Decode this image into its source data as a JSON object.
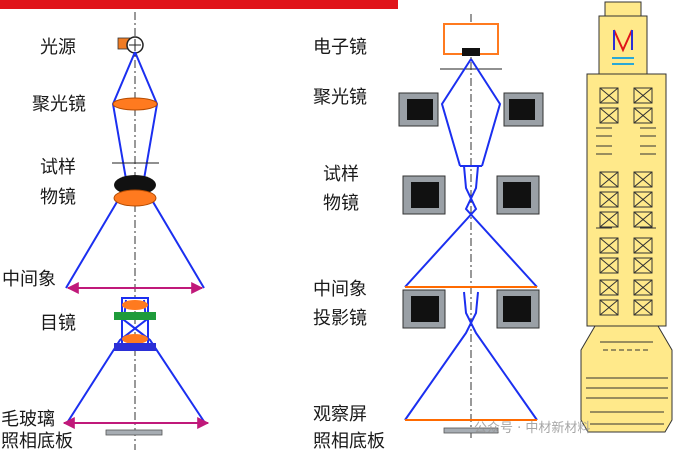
{
  "light_microscope": {
    "labels": {
      "light_source": "光源",
      "condenser": "聚光镜",
      "specimen_line1": "试样",
      "specimen_line2": "物镜",
      "intermediate_image": "中间象",
      "eyepiece": "目镜",
      "screen_line1": "毛玻璃",
      "screen_line2": "照相底板"
    }
  },
  "electron_microscope": {
    "labels": {
      "electron_gun": "电子镜",
      "condenser": "聚光镜",
      "specimen_line1": "试样",
      "specimen_line2": "物镜",
      "intermediate_line1": "中间象",
      "intermediate_line2": "投影镜",
      "screen_line1": "观察屏",
      "screen_line2": "照相底板"
    }
  },
  "watermark": "公众号 · 中材新材料",
  "colors": {
    "ray": "#1b2ff0",
    "lens": "#ff7a1f",
    "image_line": "#c0197a",
    "screen_line": "#ff6a00",
    "pole_piece": "#9aa0a6",
    "column": "#ffe98a",
    "header_bar": "#e0141a"
  }
}
